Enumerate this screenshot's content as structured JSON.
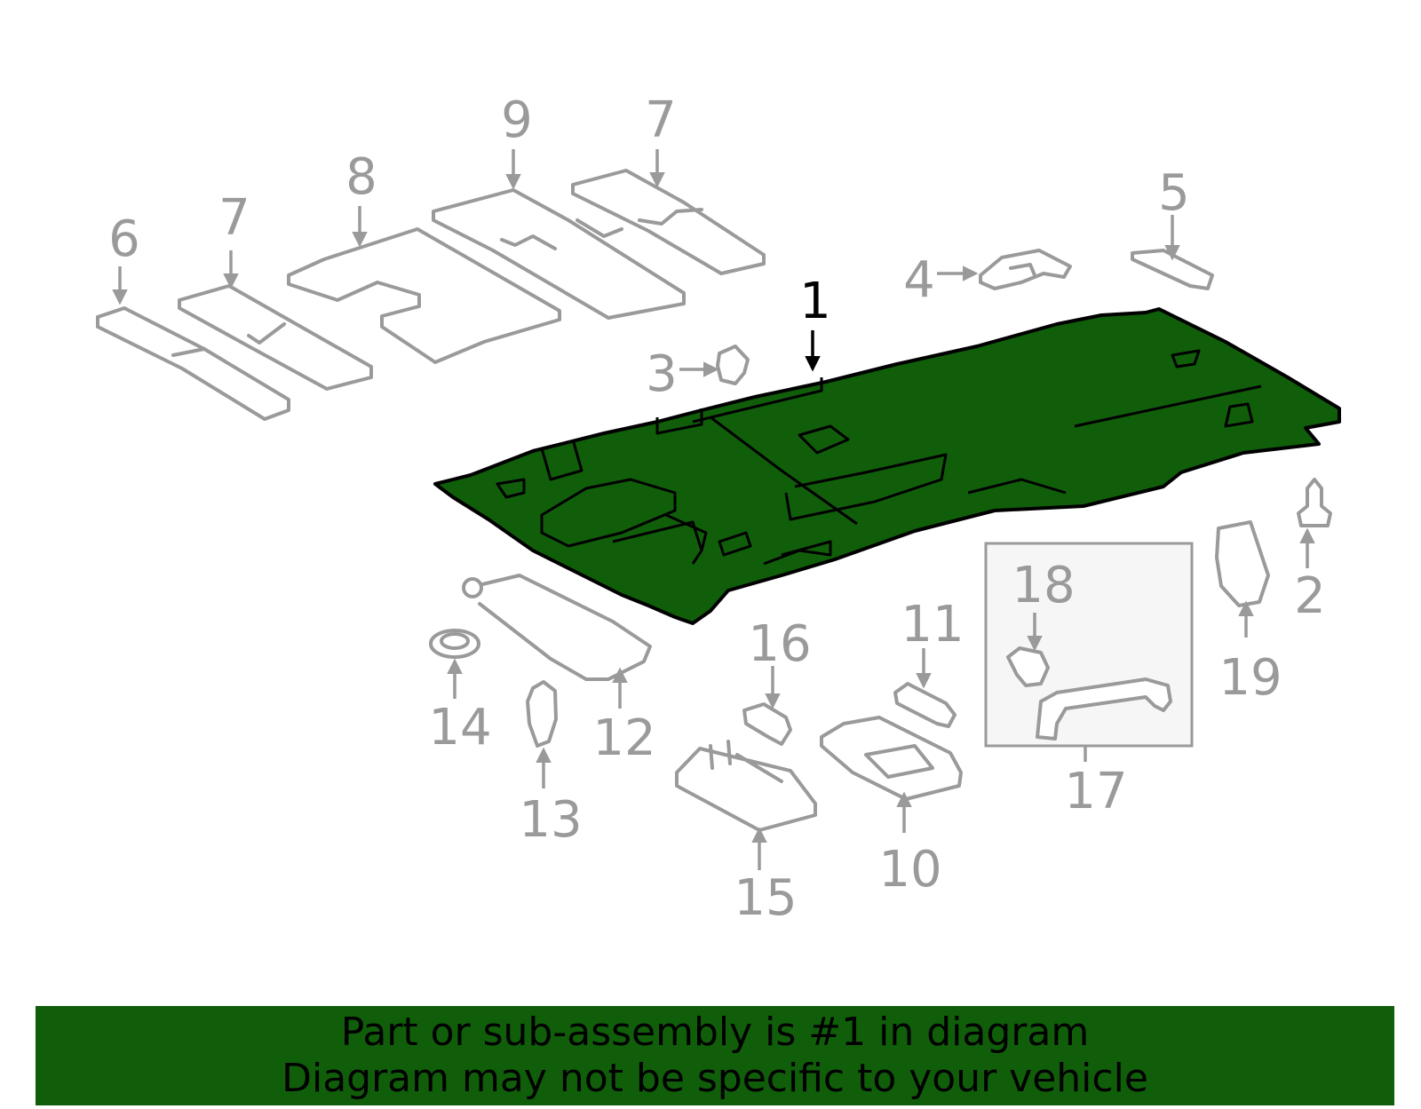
{
  "diagram": {
    "highlight_color": "#105e0a",
    "part_color": "#9a9a9a",
    "highlighted_part": "1",
    "callouts": {
      "c1": "1",
      "c2": "2",
      "c3": "3",
      "c4": "4",
      "c5": "5",
      "c6": "6",
      "c7a": "7",
      "c7b": "7",
      "c8": "8",
      "c9": "9",
      "c10": "10",
      "c11": "11",
      "c12": "12",
      "c13": "13",
      "c14": "14",
      "c15": "15",
      "c16": "16",
      "c17": "17",
      "c18": "18",
      "c19": "19"
    }
  },
  "banner": {
    "line1": "Part or sub-assembly is #1 in diagram",
    "line2": "Diagram may not be specific to your vehicle",
    "background": "#105e0a"
  }
}
